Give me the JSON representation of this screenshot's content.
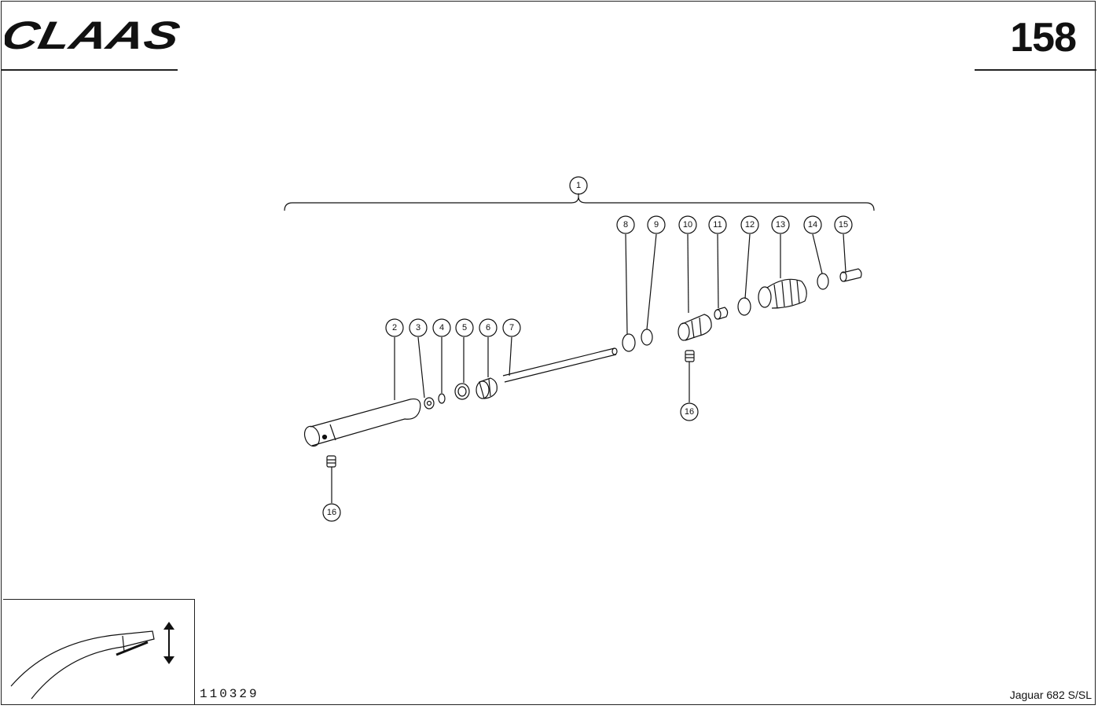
{
  "header": {
    "brand": "CLAAS",
    "page_number": "158"
  },
  "parts": [
    {
      "no": "1"
    },
    {
      "no": "2"
    },
    {
      "no": "3"
    },
    {
      "no": "4"
    },
    {
      "no": "5"
    },
    {
      "no": "6"
    },
    {
      "no": "7"
    },
    {
      "no": "8"
    },
    {
      "no": "9"
    },
    {
      "no": "10"
    },
    {
      "no": "11"
    },
    {
      "no": "12"
    },
    {
      "no": "13"
    },
    {
      "no": "14"
    },
    {
      "no": "15"
    },
    {
      "no": "16"
    },
    {
      "no": "16"
    }
  ],
  "footer": {
    "drawing_number": "110329",
    "model": "Jaguar 682 S/SL"
  }
}
